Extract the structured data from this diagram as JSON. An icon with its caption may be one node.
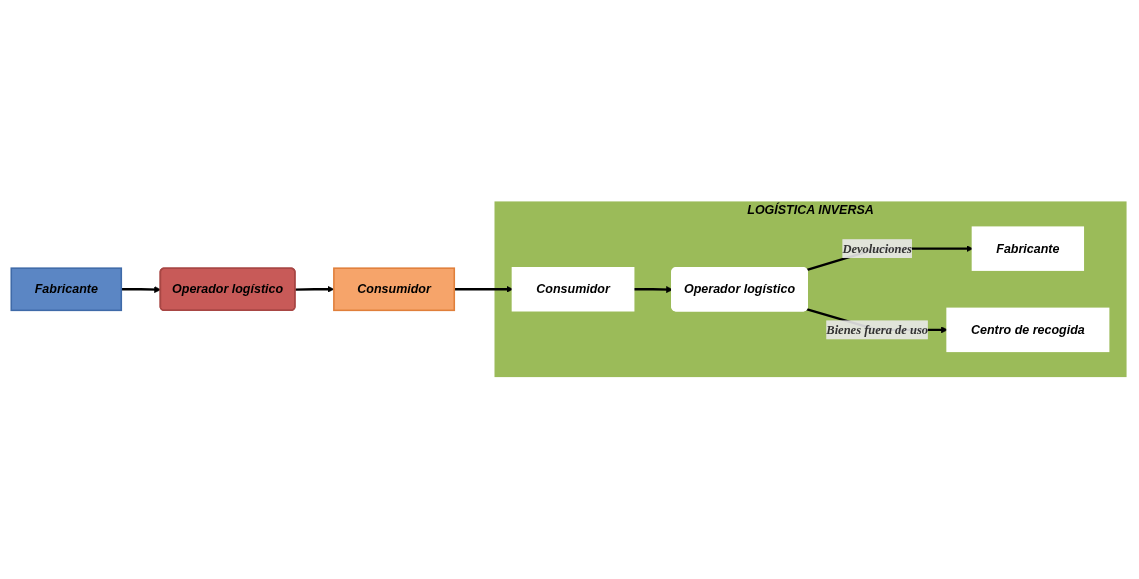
{
  "diagram": {
    "nodes": [
      {
        "text": [
          "Fabricante"
        ]
      },
      {
        "text": [
          "Operador logístico"
        ]
      },
      {
        "text": [
          "Consumidor"
        ]
      },
      {
        "text": [
          "LOGÍSTICA INVERSA"
        ]
      },
      {
        "text": [
          "Fabricante"
        ],
        "in": 3
      },
      {
        "text": [
          "Operador logístico"
        ],
        "in": 3
      },
      {
        "text": [
          "Centro de recogida"
        ],
        "in": 3
      },
      {
        "text": [
          "Consumidor"
        ],
        "in": 3
      }
    ],
    "edges": [
      {
        "from": 0,
        "to": 1,
        "arrow": "to"
      },
      {
        "from": 1,
        "to": 2,
        "arrow": "to"
      },
      {
        "from": 2,
        "to": 7,
        "arrow": "to"
      },
      {
        "from": 7,
        "to": 5,
        "arrow": "to"
      },
      {
        "from": 5,
        "to": 4,
        "arrow": "to",
        "label": "Devoluciones"
      },
      {
        "from": 5,
        "to": 6,
        "arrow": "to",
        "label": "Bienes fuera de uso"
      }
    ]
  }
}
